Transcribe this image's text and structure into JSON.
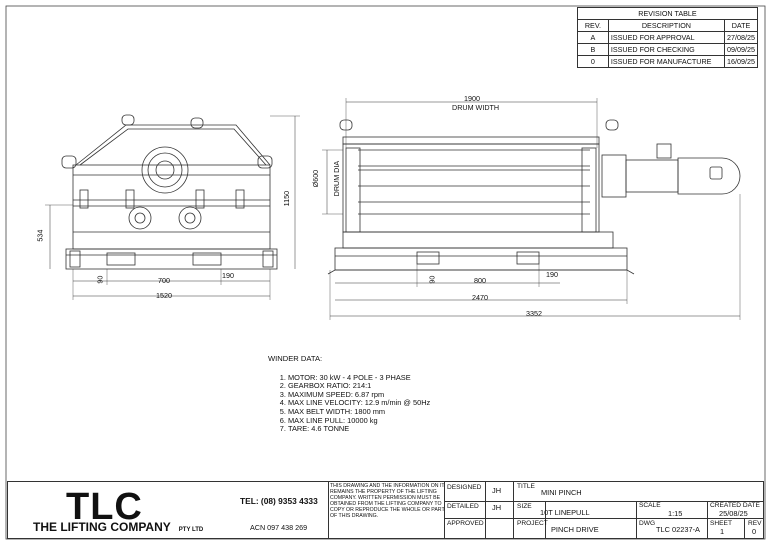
{
  "revision_table": {
    "title": "REVISION TABLE",
    "headers": [
      "REV.",
      "DESCRIPTION",
      "DATE"
    ],
    "rows": [
      {
        "rev": "A",
        "description": "ISSUED FOR APPROVAL",
        "date": "27/08/25"
      },
      {
        "rev": "B",
        "description": "ISSUED FOR CHECKING",
        "date": "09/09/25"
      },
      {
        "rev": "0",
        "description": "ISSUED FOR MANUFACTURE",
        "date": "16/09/25"
      }
    ]
  },
  "dimensions": {
    "front": {
      "height_overall": "1150",
      "height_base": "534",
      "bottom_left": "90",
      "center": "700",
      "right": "190",
      "width": "1520"
    },
    "side": {
      "drum_width_value": "1900",
      "drum_width_label": "DRUM WIDTH",
      "drum_dia_value": "Ø600",
      "drum_dia_label": "DRUM DIA",
      "left": "90",
      "mid": "800",
      "right": "190",
      "width": "2470",
      "overall": "3352"
    }
  },
  "notes": {
    "heading": "WINDER DATA:",
    "items": [
      "MOTOR: 30 kW - 4 POLE - 3 PHASE",
      "GEARBOX RATIO: 214:1",
      "MAXIMUM SPEED: 6.87 rpm",
      "MAX LINE VELOCITY: 12.9 m/min @ 50Hz",
      "MAX BELT WIDTH: 1800 mm",
      "MAX LINE PULL: 10000 kg",
      "TARE: 4.6 TONNE"
    ]
  },
  "title_block": {
    "logo": "TLC",
    "company": "THE LIFTING COMPANY",
    "company_suffix": "PTY LTD",
    "tel": "TEL: (08) 9353 4333",
    "acn": "ACN 097 438 269",
    "disclaimer": "THIS DRAWING AND THE INFORMATION ON IT REMAINS THE PROPERTY OF THE LIFTING COMPANY. WRITTEN PERMISSION MUST BE OBTAINED FROM THE LIFTING COMPANY TO COPY OR REPRODUCE THE WHOLE OR PART OF THIS DRAWING.",
    "designed_label": "DESIGNED",
    "designed": "JH",
    "detailed_label": "DETAILED",
    "detailed": "JH",
    "approved_label": "APPROVED",
    "title_label": "TITLE",
    "title": "MINI PINCH",
    "size_label": "SIZE",
    "size": "10T LINEPULL",
    "project_label": "PROJECT",
    "project": "PINCH DRIVE",
    "scale_label": "SCALE",
    "scale": "1:15",
    "created_label": "CREATED DATE",
    "created": "25/08/25",
    "dwg_label": "DWG",
    "dwg": "TLC 02237-A",
    "sheet_label": "SHEET",
    "sheet": "1",
    "rev_label": "REV",
    "rev": "0"
  }
}
